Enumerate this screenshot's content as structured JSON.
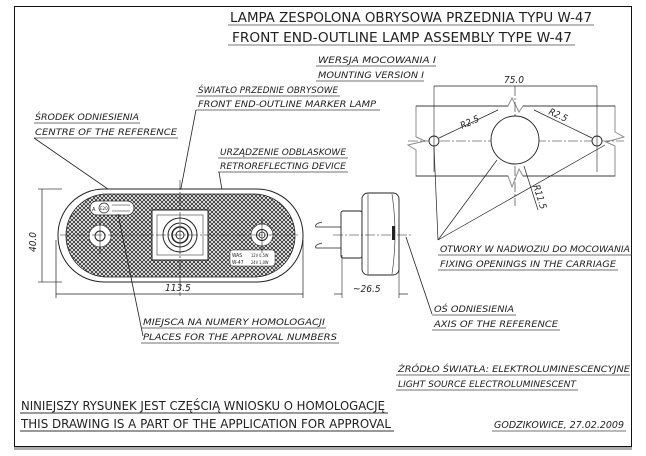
{
  "title": {
    "line_pl": "LAMPA ZESPOLONA OBRYSOWA PRZEDNIA TYPU W-47",
    "line_en": "FRONT END-OUTLINE LAMP ASSEMBLY TYPE W-47"
  },
  "mounting_version": {
    "pl": "WERSJA MOCOWANIA I",
    "en": "MOUNTING VERSION I"
  },
  "labels": {
    "marker_lamp": {
      "pl": "ŚWIATŁO PRZEDNIE OBRYSOWE",
      "en": "FRONT END-OUTLINE MARKER LAMP"
    },
    "centre_reference": {
      "pl": "ŚRODEK ODNIESIENIA",
      "en": "CENTRE OF THE REFERENCE"
    },
    "retroreflector": {
      "pl": "URZĄDZENIE ODBLASKOWE",
      "en": "RETROREFLECTING DEVICE"
    },
    "fixing_openings": {
      "pl": "OTWORY W NADWOZIU DO MOCOWANIA",
      "en": "FIXING OPENINGS IN THE CARRIAGE"
    },
    "axis_reference": {
      "pl": "OŚ ODNIESIENIA",
      "en": "AXIS OF THE REFERENCE"
    },
    "approval_places": {
      "pl": "MIEJSCA NA NUMERY HOMOLOGACJI",
      "en": "PLACES FOR THE APPROVAL NUMBERS"
    },
    "light_source": {
      "pl": "ŹRÓDŁO ŚWIATŁA: ELEKTROLUMINESCENCYJNE",
      "en": "LIGHT SOURCE ELECTROLUMINESCENT"
    }
  },
  "dimensions": {
    "width": "113.5",
    "height": "40.0",
    "depth": "~26.5",
    "hole_spacing": "75.0",
    "hole_radius_left": "R2.5",
    "hole_radius_right": "R2.5",
    "center_radius": "R11.5"
  },
  "lamp_plate": {
    "line1_left": "WAS",
    "line2_left": "W-47",
    "line1_right": "12V 0,5W",
    "line2_right": "24V 1,0W",
    "approval_mark": "E20",
    "approval_class": "A"
  },
  "footer": {
    "note_pl": "NINIEJSZY RYSUNEK JEST CZĘŚCIĄ WNIOSKU O HOMOLOGACJĘ",
    "note_en": "THIS DRAWING IS A PART OF THE APPLICATION FOR APPROVAL",
    "place_date": "GODZIKOWICE, 27.02.2009"
  },
  "colors": {
    "ink": "#222222",
    "grey": "#8c8c8c",
    "shadow": "#aaaaaa"
  }
}
